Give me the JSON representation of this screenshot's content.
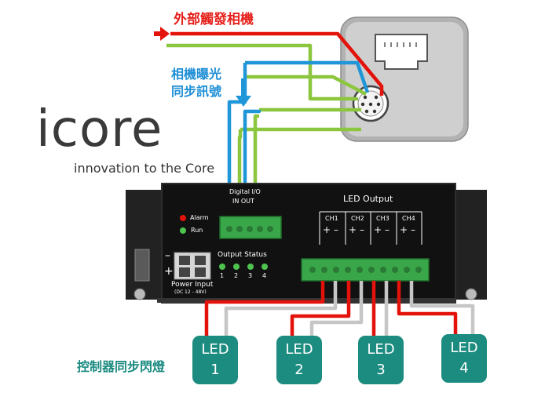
{
  "labels": {
    "external_trigger": "外部觸發相機",
    "camera_exposure_line1": "相機曝光",
    "camera_exposure_line2": "同步訊號",
    "controller_strobe": "控制器同步閃燈"
  },
  "logo": {
    "word": "icore",
    "tagline": "innovation to the Core"
  },
  "device": {
    "led_output_title": "LED Output",
    "channels": [
      "CH1",
      "CH2",
      "CH3",
      "CH4"
    ],
    "polarity_plus": "+",
    "polarity_minus": "–",
    "alarm_label": "Alarm",
    "run_label": "Run",
    "output_status_label": "Output Status",
    "status_numbers": [
      "1",
      "2",
      "3",
      "4"
    ],
    "power_input_label": "Power Input",
    "power_input_spec": "(DC 12 - 48V)",
    "io_label_top": "Digital I/O",
    "io_label_bottom": "IN  OUT",
    "minus_sign": "–",
    "plus_sign": "+"
  },
  "leds": [
    {
      "word": "LED",
      "num": "1"
    },
    {
      "word": "LED",
      "num": "2"
    },
    {
      "word": "LED",
      "num": "3"
    },
    {
      "word": "LED",
      "num": "4"
    }
  ],
  "colors": {
    "red_wire": "#e3120b",
    "green_wire": "#8cc63f",
    "blue_wire": "#1f96d8",
    "gray_wire": "#c6c6c6",
    "teal_accent": "#1d8c80",
    "device_body": "#1c1c1c",
    "connector_green": "#3aa64a"
  }
}
